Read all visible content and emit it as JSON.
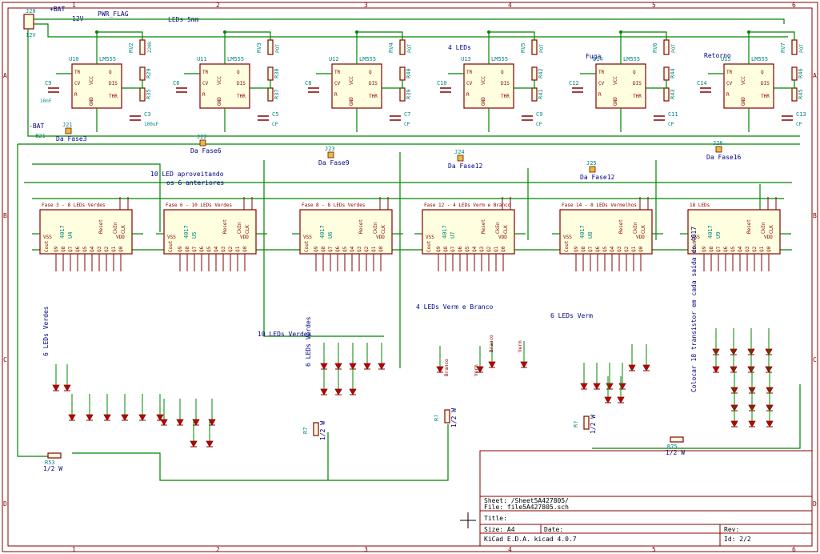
{
  "power": {
    "rail": "12V",
    "flag": "PWR_FLAG",
    "bat_top": "+BAT",
    "bat_minus": "-BAT",
    "conn": "J20",
    "conn_val": "12V",
    "bat_ref": "-B21"
  },
  "header_notes": {
    "leds": "LEDs 5mm",
    "leds4": "4 LEDs",
    "fuga": "Fuga",
    "retorno": "Retorno"
  },
  "timers": [
    {
      "ref": "U10",
      "type": "LM555",
      "cap": "C9",
      "cap_val": "10nF",
      "rv": "RV2",
      "rv_val": "220k",
      "r1": "R29",
      "r2": "R35",
      "c2": "C3",
      "c2_val": "100uF"
    },
    {
      "ref": "U11",
      "type": "LM555",
      "cap": "C6",
      "rv": "RV3",
      "rv_val": "POT",
      "r1": "R38",
      "r2": "R37",
      "c2": "C5",
      "c2_val": "CP"
    },
    {
      "ref": "U12",
      "type": "LM555",
      "cap": "C8",
      "rv": "RV4",
      "rv_val": "POT",
      "r1": "R40",
      "r2": "R39",
      "c2": "C7",
      "c2_val": "CP"
    },
    {
      "ref": "U13",
      "type": "LM555",
      "cap": "C10",
      "rv": "RV5",
      "rv_val": "POT",
      "r1": "R42",
      "r2": "R41",
      "c2": "C9",
      "c2_val": "CP"
    },
    {
      "ref": "U14",
      "type": "LM555",
      "cap": "C12",
      "rv": "RV6",
      "rv_val": "POT",
      "r1": "R44",
      "r2": "R43",
      "c2": "C11",
      "c2_val": "CP"
    },
    {
      "ref": "U15",
      "type": "LM555",
      "cap": "C14",
      "rv": "RV7",
      "rv_val": "POT",
      "r1": "R46",
      "r2": "R45",
      "c2": "C13",
      "c2_val": "CP"
    }
  ],
  "pin555": {
    "tr": "TR",
    "cv": "CV",
    "r": "R",
    "vcc": "VCC",
    "q": "Q",
    "dis": "DIS",
    "thr": "THR",
    "gnd": "GND"
  },
  "jumpers": [
    {
      "ref": "J21",
      "label": "Da Fase3"
    },
    {
      "ref": "J22",
      "label": "Da Fase6"
    },
    {
      "ref": "J23",
      "label": "Da Fase9"
    },
    {
      "ref": "J24",
      "label": "Da Fase12"
    },
    {
      "ref": "J25",
      "label": "Da Fase12"
    },
    {
      "ref": "J26",
      "label": "Da Fase16"
    }
  ],
  "counters": [
    {
      "ref": "U4",
      "type": "4017",
      "title": "Fase 3 - 8 LEDs Verdes"
    },
    {
      "ref": "U5",
      "type": "4017",
      "title": "Fase 6 - 10 LEDs Verdes"
    },
    {
      "ref": "U6",
      "type": "4017",
      "title": "Fase 8 - 8 LEDs Verdes"
    },
    {
      "ref": "U7",
      "type": "4017",
      "title": "Fase 12 - 4 LEDs Verm e Branco"
    },
    {
      "ref": "U8",
      "type": "4017",
      "title": "Fase 14 - 8 LEDs Vermelhos"
    },
    {
      "ref": "U9",
      "type": "4017",
      "title": "18 LEDs"
    }
  ],
  "pin4017": {
    "vss": "VSS",
    "vdd": "VDD",
    "reset": "Reset",
    "cken": "CkEn",
    "clk": "CLK",
    "cout": "Cout",
    "q": [
      "Q9",
      "Q8",
      "Q7",
      "Q6",
      "Q5",
      "Q4",
      "Q3",
      "Q2",
      "Q1",
      "Q0"
    ]
  },
  "notes": {
    "reuse": "10 LED aproveitando",
    "reuse2": "os 6 anteriores",
    "g6a": "6 LEDs Verdes",
    "g10": "10 LEDs Verdes",
    "g6b": "6 LEDs Verdes",
    "vbranco": "4 LEDs Verm e Branco",
    "verm6": "6 LEDs Verm",
    "rotated": "Colocar 18 transistor em cada saída do 4017",
    "cores": [
      "Branco",
      "Verm",
      "Branco",
      "Verm"
    ]
  },
  "resistors": [
    {
      "ref": "R53",
      "val": "1/2 W"
    },
    {
      "ref": "R7",
      "val": "1/2 W"
    },
    {
      "ref": "R?",
      "val": "1/2 W"
    },
    {
      "ref": "R?",
      "val": "1/2 W"
    },
    {
      "ref": "R75",
      "val": "1/2 W"
    }
  ],
  "title_block": {
    "sheet": "Sheet: /Sheet5A427805/",
    "file": "File: file5A427805.sch",
    "title": "Title:",
    "size_label": "Size: A4",
    "date_label": "Date:",
    "rev_label": "Rev:",
    "tool": "KiCad E.D.A.  kicad 4.0.7",
    "id": "Id: 2/2"
  },
  "grid_cols": [
    "1",
    "2",
    "3",
    "4",
    "5",
    "6"
  ],
  "grid_rows": [
    "A",
    "B",
    "C",
    "D"
  ]
}
